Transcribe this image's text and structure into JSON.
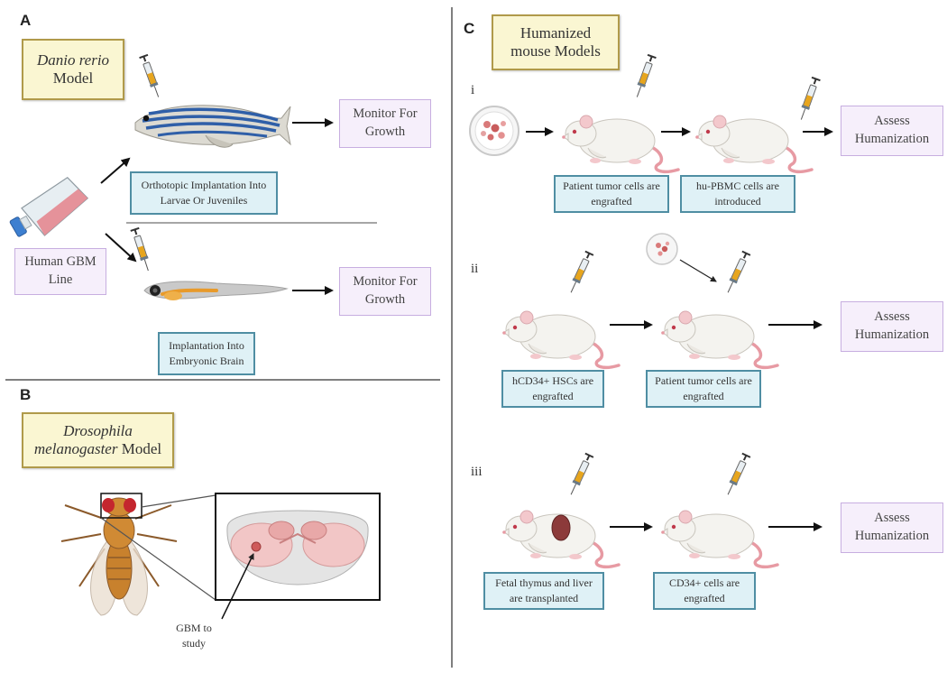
{
  "panel_a": {
    "letter": "A",
    "model_title_italic": "Danio rerio",
    "model_title_rest": "Model",
    "cell_line_line1": "Human GBM",
    "cell_line_line2": "Line",
    "top_monitor_line1": "Monitor For",
    "top_monitor_line2": "Growth",
    "top_step_line1": "Orthotopic Implantation Into",
    "top_step_line2": "Larvae Or Juveniles",
    "bottom_monitor_line1": "Monitor For",
    "bottom_monitor_line2": "Growth",
    "bottom_step_line1": "Implantation Into",
    "bottom_step_line2": "Embryonic Brain"
  },
  "panel_b": {
    "letter": "B",
    "model_title_italic1": "Drosophila",
    "model_title_italic2": "melanogaster",
    "model_title_rest": "Model",
    "annotation_line1": "GBM to",
    "annotation_line2": "study"
  },
  "panel_c": {
    "letter": "C",
    "title_line1": "Humanized",
    "title_line2": "mouse Models",
    "row_i": {
      "label": "i",
      "step1_line1": "Patient tumor cells are",
      "step1_line2": "engrafted",
      "step2_line1": "hu-PBMC cells are",
      "step2_line2": "introduced",
      "outcome_line1": "Assess",
      "outcome_line2": "Humanization"
    },
    "row_ii": {
      "label": "ii",
      "step1_line1": "hCD34+ HSCs are",
      "step1_line2": "engrafted",
      "step2_line1": "Patient tumor cells are",
      "step2_line2": "engrafted",
      "outcome_line1": "Assess",
      "outcome_line2": "Humanization"
    },
    "row_iii": {
      "label": "iii",
      "step1_line1": "Fetal thymus and liver",
      "step1_line2": "are transplanted",
      "step2_line1": "CD34+ cells are",
      "step2_line2": "engrafted",
      "outcome_line1": "Assess",
      "outcome_line2": "Humanization"
    }
  },
  "colors": {
    "model_box_fill": "#faf6d2",
    "model_box_border": "#b09a4a",
    "outcome_box_fill": "#f6effb",
    "outcome_box_border": "#c7aee0",
    "step_box_fill": "#dff1f6",
    "step_box_border": "#4f8ea3"
  }
}
